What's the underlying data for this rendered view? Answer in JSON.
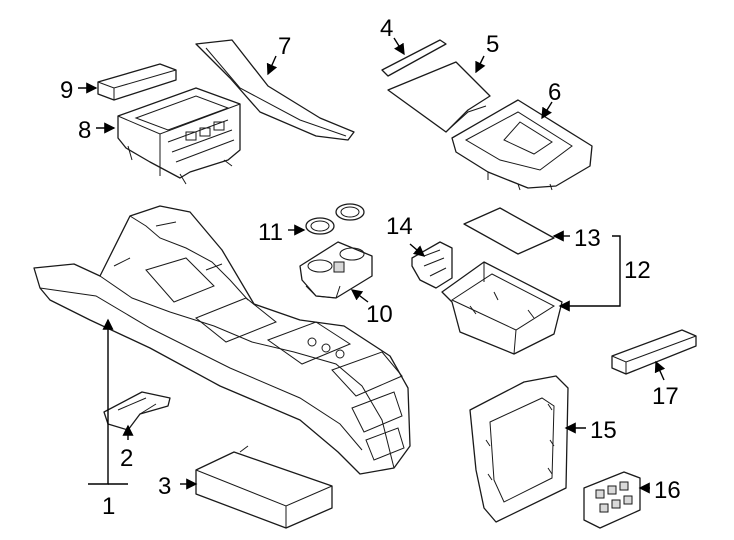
{
  "callouts": {
    "c1": "1",
    "c2": "2",
    "c3": "3",
    "c4": "4",
    "c5": "5",
    "c6": "6",
    "c7": "7",
    "c8": "8",
    "c9": "9",
    "c10": "10",
    "c11": "11",
    "c12": "12",
    "c13": "13",
    "c14": "14",
    "c15": "15",
    "c16": "16",
    "c17": "17"
  },
  "colors": {
    "line": "#1a1a1a",
    "background": "#ffffff",
    "shade": "#d9d9d9"
  }
}
